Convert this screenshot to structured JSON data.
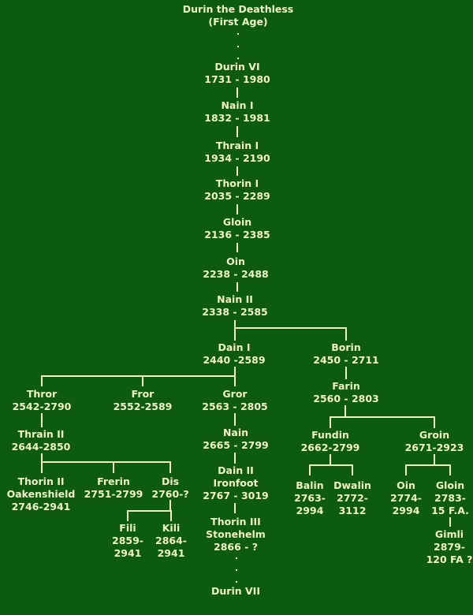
{
  "nodes": {
    "durin_deathless": {
      "name": "Durin the Deathless",
      "dates": "(First Age)"
    },
    "durin_vi": {
      "name": "Durin VI",
      "dates": "1731 - 1980"
    },
    "nain_i": {
      "name": "Nain I",
      "dates": "1832 - 1981"
    },
    "thrain_i": {
      "name": "Thrain I",
      "dates": "1934 - 2190"
    },
    "thorin_i": {
      "name": "Thorin I",
      "dates": "2035 - 2289"
    },
    "gloin_elder": {
      "name": "Gloin",
      "dates": "2136 - 2385"
    },
    "oin_elder": {
      "name": "Oin",
      "dates": "2238 - 2488"
    },
    "nain_ii": {
      "name": "Nain II",
      "dates": "2338 - 2585"
    },
    "dain_i": {
      "name": "Dain I",
      "dates": "2440 -2589"
    },
    "borin": {
      "name": "Borin",
      "dates": "2450 - 2711"
    },
    "thror": {
      "name": "Thror",
      "dates": "2542-2790"
    },
    "fror": {
      "name": "Fror",
      "dates": "2552-2589"
    },
    "gror": {
      "name": "Gror",
      "dates": "2563 - 2805"
    },
    "farin": {
      "name": "Farin",
      "dates": "2560 - 2803"
    },
    "thrain_ii": {
      "name": "Thrain II",
      "dates": "2644-2850"
    },
    "nain": {
      "name": "Nain",
      "dates": "2665 - 2799"
    },
    "fundin": {
      "name": "Fundin",
      "dates": "2662-2799"
    },
    "groin": {
      "name": "Groin",
      "dates": "2671-2923"
    },
    "thorin_ii": {
      "name": "Thorin II",
      "epithet": "Oakenshield",
      "dates": "2746-2941"
    },
    "frerin": {
      "name": "Frerin",
      "dates": "2751-2799"
    },
    "dis": {
      "name": "Dis",
      "dates": "2760-?"
    },
    "dain_ii": {
      "name": "Dain II",
      "epithet": "Ironfoot",
      "dates": "2767 - 3019"
    },
    "balin": {
      "name": "Balin",
      "dates1": "2763-",
      "dates2": "2994"
    },
    "dwalin": {
      "name": "Dwalin",
      "dates1": "2772-",
      "dates2": "3112"
    },
    "oin": {
      "name": "Oin",
      "dates1": "2774-",
      "dates2": "2994"
    },
    "gloin": {
      "name": "Gloin",
      "dates1": "2783-",
      "dates2": "15 F.A."
    },
    "fili": {
      "name": "Fili",
      "dates1": "2859-",
      "dates2": "2941"
    },
    "kili": {
      "name": "Kili",
      "dates1": "2864-",
      "dates2": "2941"
    },
    "thorin_iii": {
      "name": "Thorin III",
      "epithet": "Stonehelm",
      "dates": "2866 - ?"
    },
    "gimli": {
      "name": "Gimli",
      "dates1": "2879-",
      "dates2": "120 FA ?"
    },
    "durin_vii": {
      "name": "Durin VII"
    }
  }
}
